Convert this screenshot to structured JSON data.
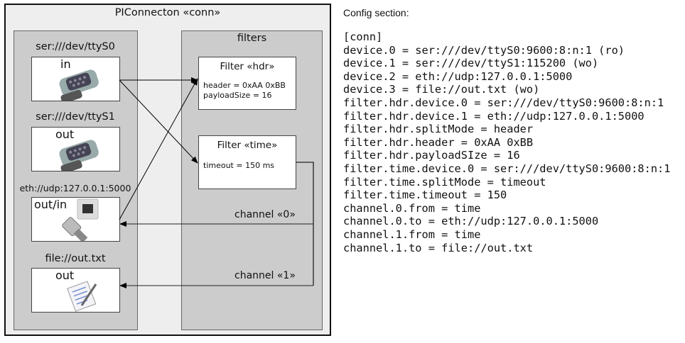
{
  "diagram": {
    "title": "PIConnecton «conn»",
    "filters_panel_title": "filters",
    "devices": [
      {
        "uri": "ser:///dev/ttyS0",
        "mode": "in",
        "icon": "serial-port-icon"
      },
      {
        "uri": "ser:///dev/ttyS1",
        "mode": "out",
        "icon": "serial-port-icon"
      },
      {
        "uri": "eth://udp:127.0.0.1:5000",
        "mode": "out/in",
        "icon": "ethernet-cable-icon"
      },
      {
        "uri": "file://out.txt",
        "mode": "out",
        "icon": "text-file-icon"
      }
    ],
    "filters": [
      {
        "title": "Filter «hdr»",
        "params": [
          "header = 0xAA 0xBB",
          "payloadSize = 16"
        ]
      },
      {
        "title": "Filter «time»",
        "params": [
          "timeout = 150 ms"
        ]
      }
    ],
    "channels": [
      "channel «0»",
      "channel «1»"
    ]
  },
  "config": {
    "heading": "Config section:",
    "lines": [
      "[conn]",
      "device.0 = ser:///dev/ttyS0:9600:8:n:1 (ro)",
      "device.1 = ser:///dev/ttyS1:115200 (wo)",
      "device.2 = eth://udp:127.0.0.1:5000",
      "device.3 = file://out.txt (wo)",
      "filter.hdr.device.0 = ser:///dev/ttyS0:9600:8:n:1",
      "filter.hdr.device.1 = eth://udp:127.0.0.1:5000",
      "filter.hdr.splitMode = header",
      "filter.hdr.header = 0xAA 0xBB",
      "filter.hdr.payloadSIze = 16",
      "filter.time.device.0 = ser:///dev/ttyS0:9600:8:n:1",
      "filter.time.splitMode = timeout",
      "filter.time.timeout = 150",
      "channel.0.from = time",
      "channel.0.to = eth://udp:127.0.0.1:5000",
      "channel.1.from = time",
      "channel.1.to = file://out.txt"
    ]
  }
}
